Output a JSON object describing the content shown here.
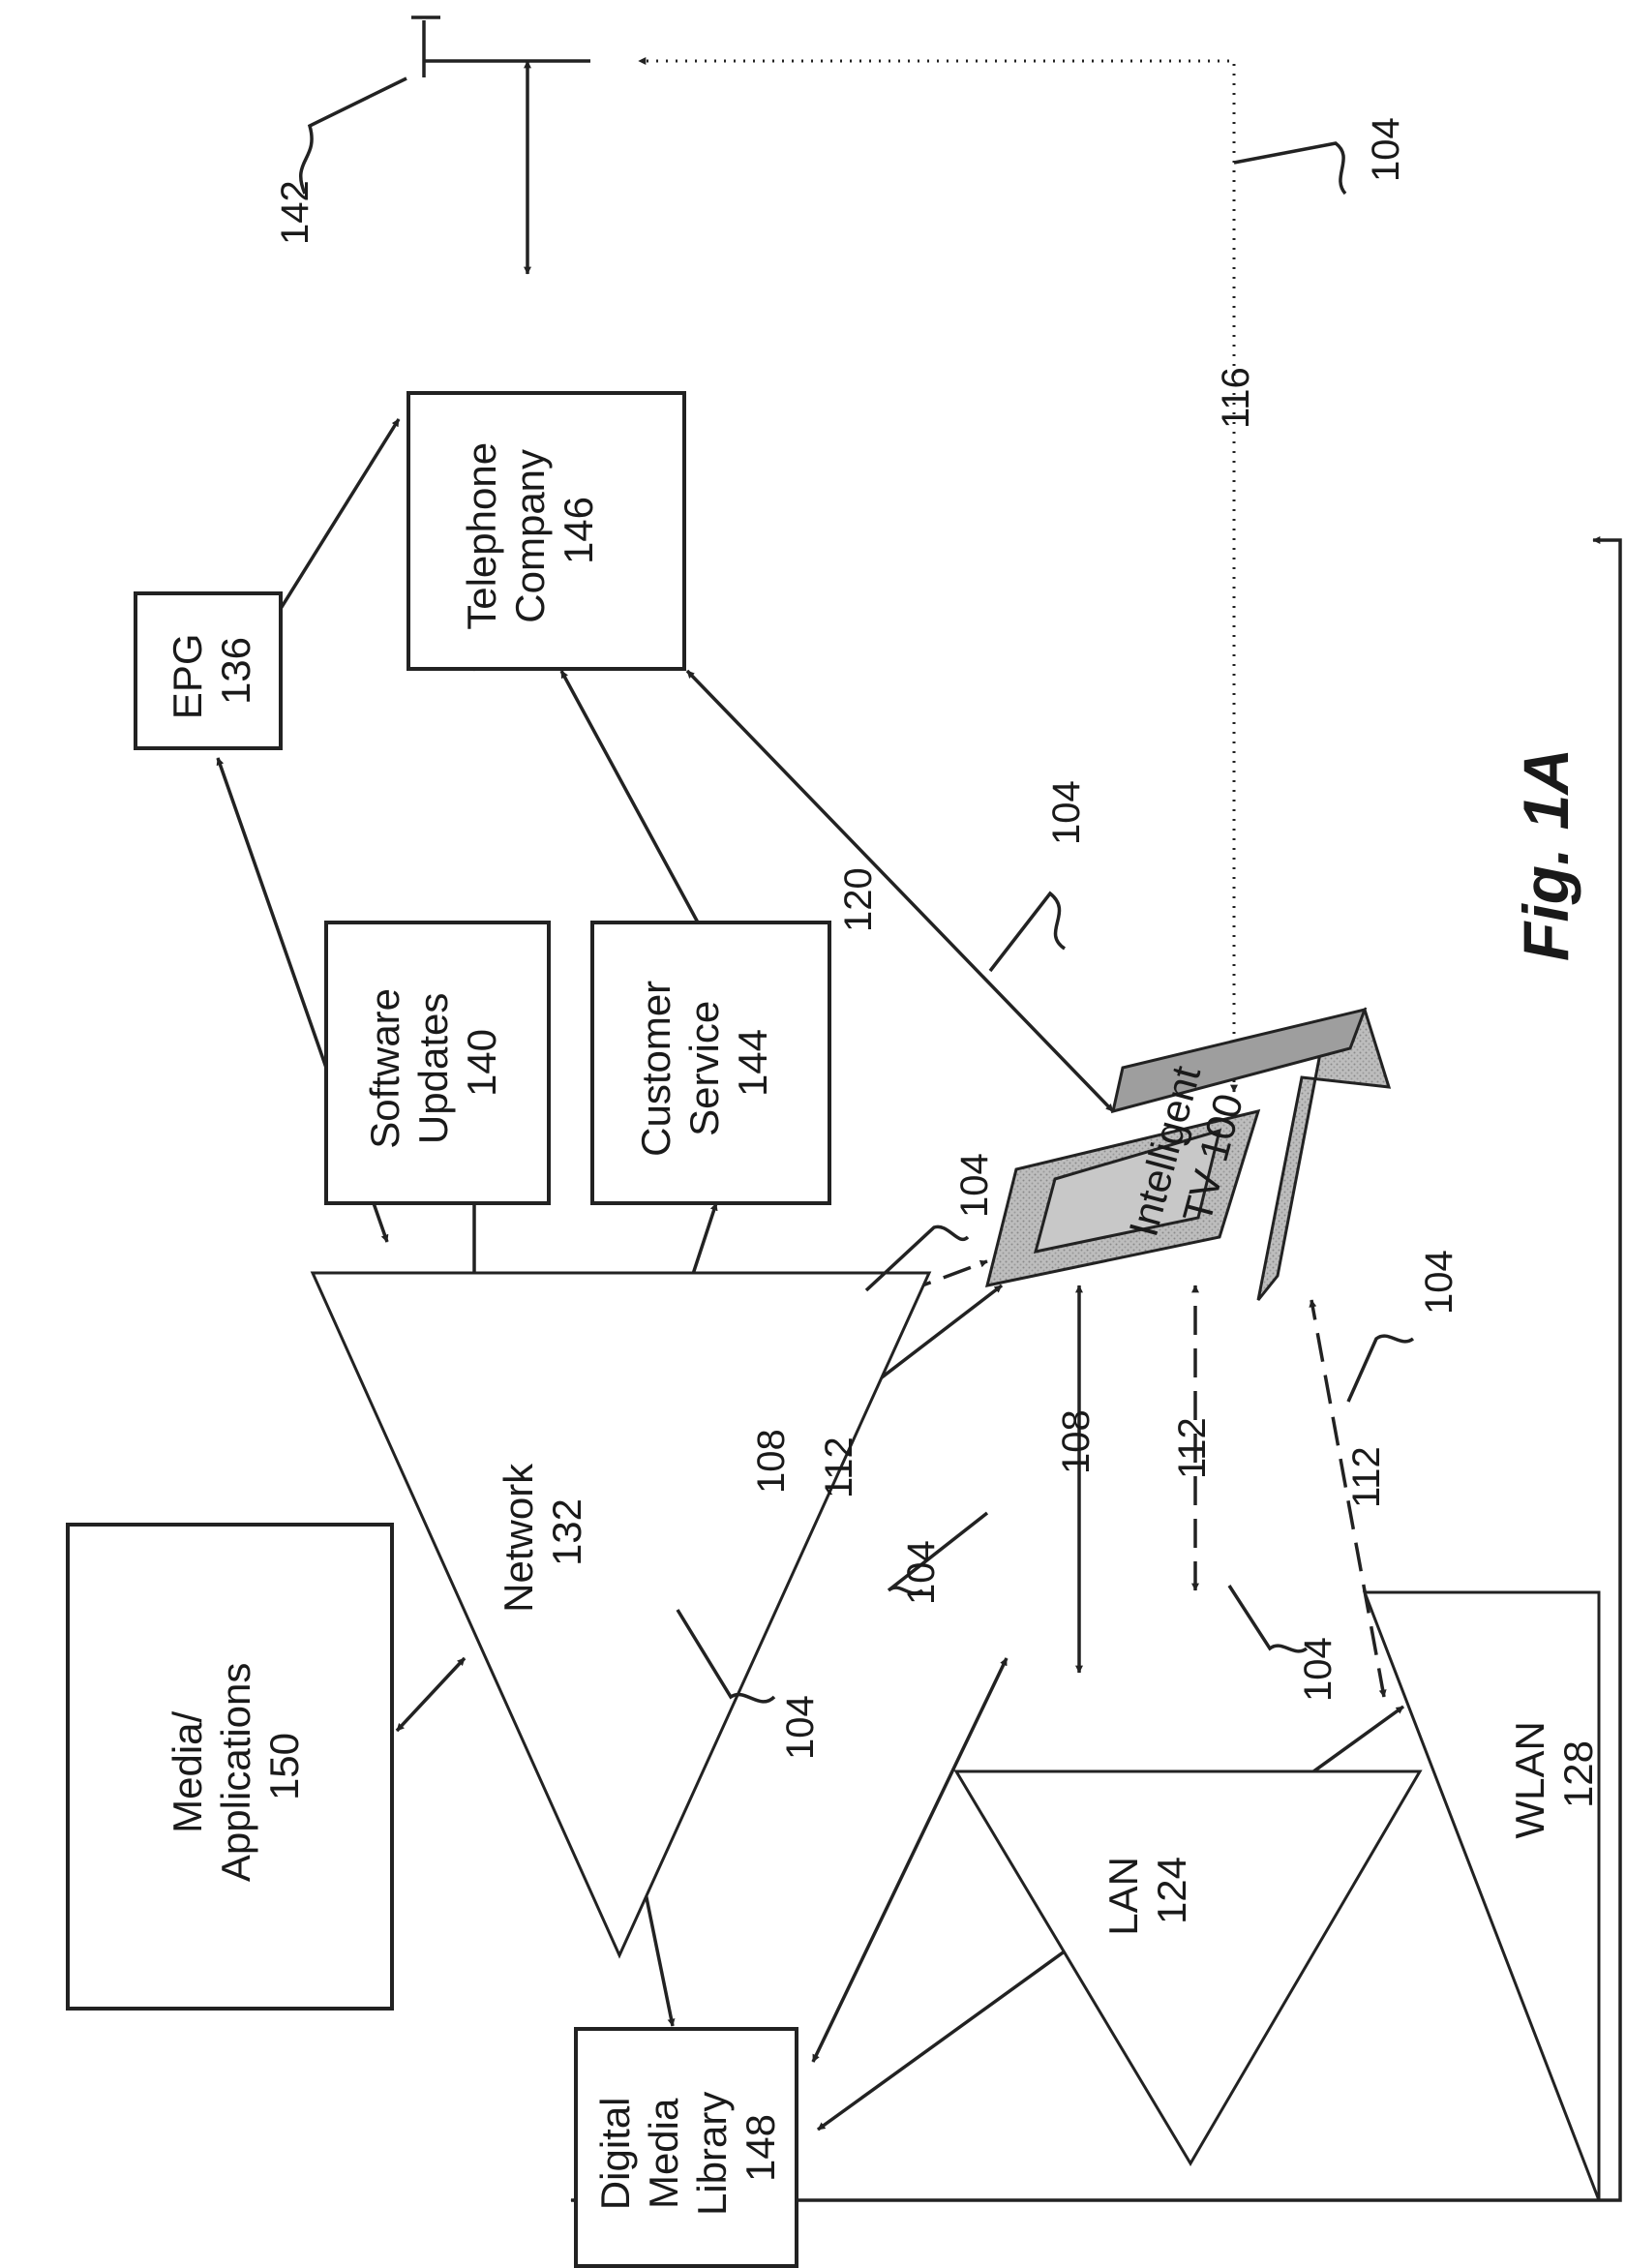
{
  "nodes": {
    "media_applications": [
      "Media/",
      "Applications",
      "150"
    ],
    "digital_media_library": [
      "Digital",
      "Media",
      "Library",
      "148"
    ],
    "network": [
      "Network",
      "132"
    ],
    "lan": [
      "LAN",
      "124"
    ],
    "wlan": [
      "WLAN",
      "128"
    ],
    "epg": [
      "EPG",
      "136"
    ],
    "software_updates": [
      "Software",
      "Updates",
      "140"
    ],
    "customer_service": [
      "Customer",
      "Service",
      "144"
    ],
    "telephone_company": [
      "Telephone",
      "Company",
      "146"
    ],
    "intelligent_tv": [
      "Intelligent",
      "TV 100"
    ]
  },
  "refs": {
    "r142": "142",
    "r104": "104",
    "r116": "116",
    "r120": "120",
    "r112": "112",
    "r108": "108"
  },
  "figure_label": "Fig. 1A"
}
